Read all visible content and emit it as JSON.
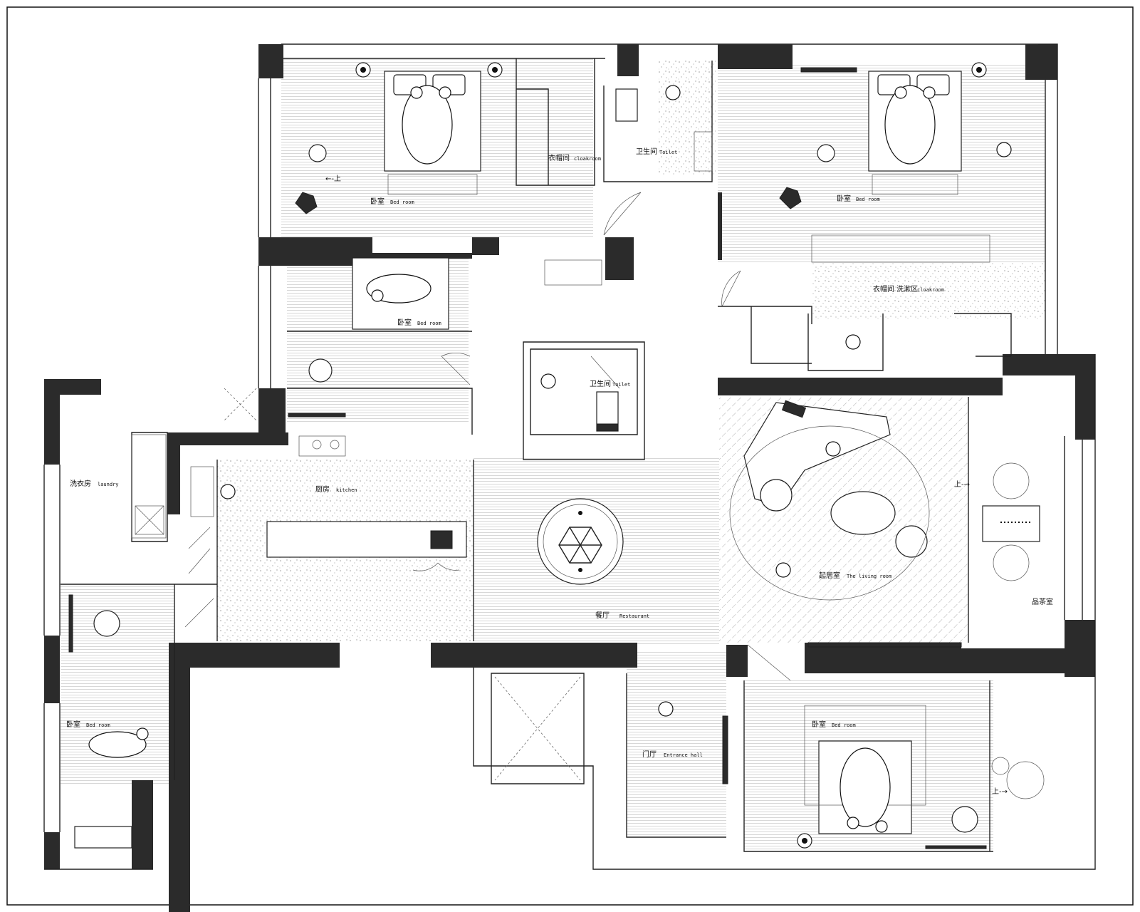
{
  "rooms": {
    "bedroom_nw": {
      "cn": "卧室",
      "en": "Bed room"
    },
    "cloakroom_n": {
      "cn": "衣帽间",
      "en": "cloakroom"
    },
    "toilet_n": {
      "cn": "卫生间",
      "en": "Toilet"
    },
    "bedroom_ne": {
      "cn": "卧室",
      "en": "Bed room"
    },
    "cloak_wash": {
      "cn": "衣帽间 洗漱区",
      "en": "cloakroom"
    },
    "bedroom_mid": {
      "cn": "卧室",
      "en": "Bed room"
    },
    "toilet_mid": {
      "cn": "卫生间",
      "en": "Toilet"
    },
    "laundry": {
      "cn": "洗衣房",
      "en": "laundry"
    },
    "kitchen": {
      "cn": "厨房",
      "en": "kitchen"
    },
    "restaurant": {
      "cn": "餐厅",
      "en": "Restaurant"
    },
    "living": {
      "cn": "起居室",
      "en": "The living room"
    },
    "tea_room": {
      "cn": "品茶室",
      "en": ""
    },
    "bedroom_sw": {
      "cn": "卧室",
      "en": "Bed room"
    },
    "entrance": {
      "cn": "门厅",
      "en": "Entrance hall"
    },
    "bedroom_se": {
      "cn": "卧室",
      "en": "Bed room"
    }
  },
  "stair_markers": {
    "nw_up": "←-上",
    "tea_up": "上-→",
    "se_up": "上-→"
  }
}
